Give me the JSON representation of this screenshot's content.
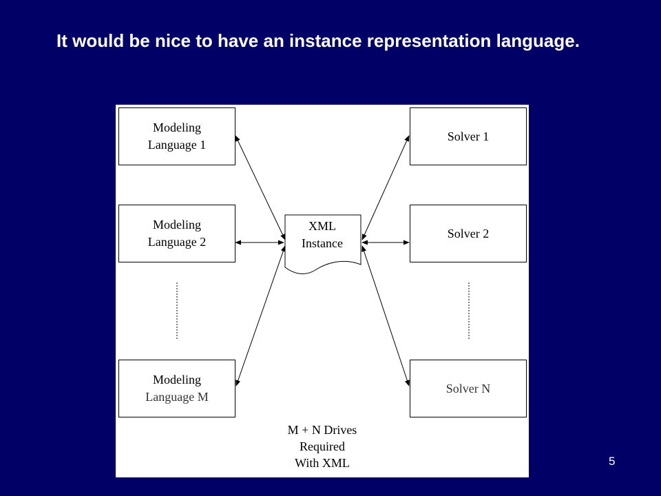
{
  "slide": {
    "title": "It would be nice to have an instance representation language.",
    "page_number": "5"
  },
  "diagram": {
    "modeling_languages": [
      {
        "line1": "Modeling",
        "line2": "Language 1"
      },
      {
        "line1": "Modeling",
        "line2": "Language 2"
      },
      {
        "line1": "Modeling",
        "line2": "Language M"
      }
    ],
    "solvers": [
      {
        "label": "Solver 1"
      },
      {
        "label": "Solver 2"
      },
      {
        "label": "Solver N"
      }
    ],
    "xml_instance": {
      "line1": "XML",
      "line2": "Instance"
    },
    "caption": {
      "line1": "M + N Drives",
      "line2": "Required",
      "line3": "With XML"
    }
  }
}
